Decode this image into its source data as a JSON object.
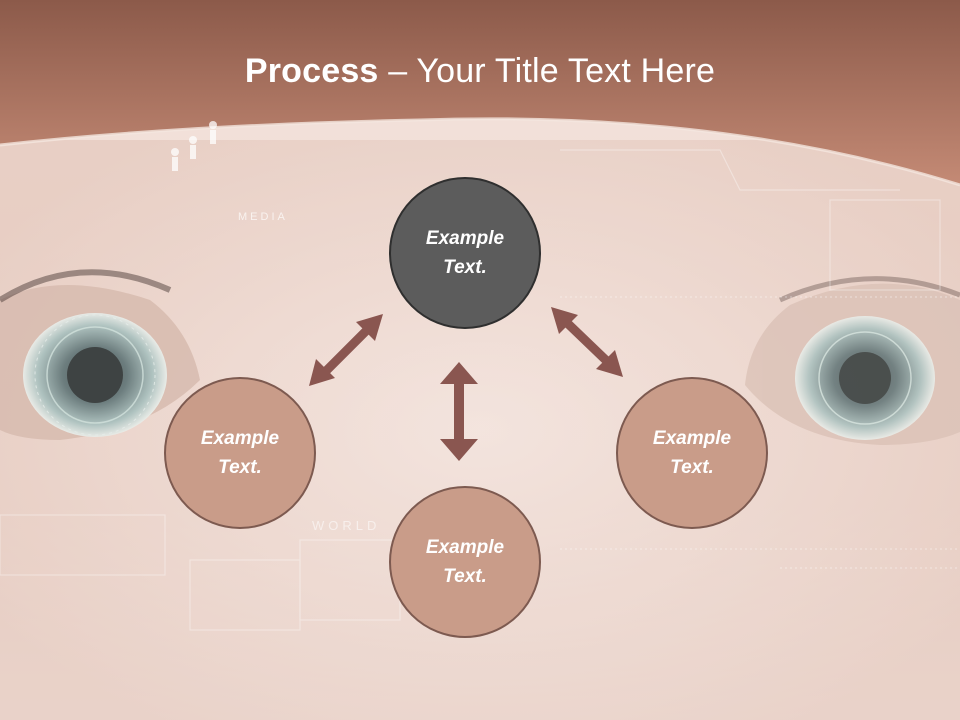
{
  "title": {
    "bold": "Process",
    "rest": " – Your Title Text Here"
  },
  "nodes": {
    "top": "Example\nText.",
    "left": "Example\nText.",
    "right": "Example\nText.",
    "bottom": "Example\nText."
  },
  "background_labels": {
    "media": "MEDIA",
    "world": "WORLD"
  },
  "colors": {
    "header": "#b57a66",
    "node_dark": "#5c5c5c",
    "node_tan": "#c99c89",
    "arrow": "#8a5650"
  }
}
